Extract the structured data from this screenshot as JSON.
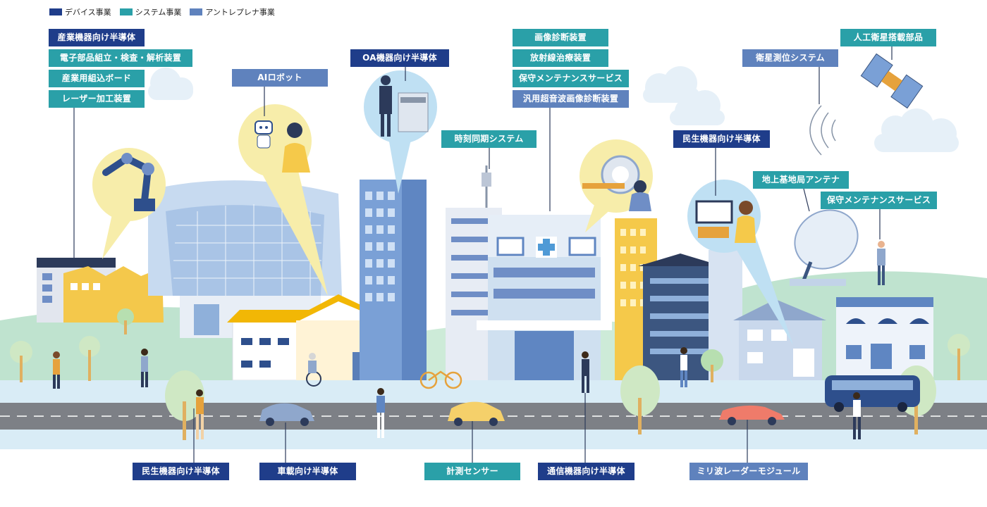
{
  "legend": {
    "device": "デバイス事業",
    "system": "システム事業",
    "entrepreneur": "アントレプレナ事業"
  },
  "colors": {
    "device": "#1f3d8a",
    "system": "#2aa0a8",
    "entrepreneur": "#5f82bd",
    "road": "#7d8086",
    "grass": "#bfe3cf",
    "sky_cloud": "#e6f0f8"
  },
  "labels": {
    "industrial_semiconductor": "産業機器向け半導体",
    "electronic_assembly": "電子部品組立・検査・解析装置",
    "industrial_board": "産業用組込ボード",
    "laser_machine": "レーザー加工装置",
    "ai_robot": "AIロボット",
    "oa_semiconductor": "OA機器向け半導体",
    "time_sync": "時刻同期システム",
    "image_diagnosis": "画像診断装置",
    "radiation_therapy": "放射線治療装置",
    "maintenance_1": "保守メンテナンスサービス",
    "ultrasound": "汎用超音波画像診断装置",
    "consumer_semiconductor_top": "民生機器向け半導体",
    "satellite_positioning": "衛星測位システム",
    "satellite_parts": "人工衛星搭載部品",
    "ground_antenna": "地上基地局アンテナ",
    "maintenance_2": "保守メンテナンスサービス",
    "consumer_semiconductor_bottom": "民生機器向け半導体",
    "automotive_semiconductor": "車載向け半導体",
    "measurement_sensor": "計測センサー",
    "comm_semiconductor": "通信機器向け半導体",
    "mmwave_radar": "ミリ波レーダーモジュール"
  }
}
